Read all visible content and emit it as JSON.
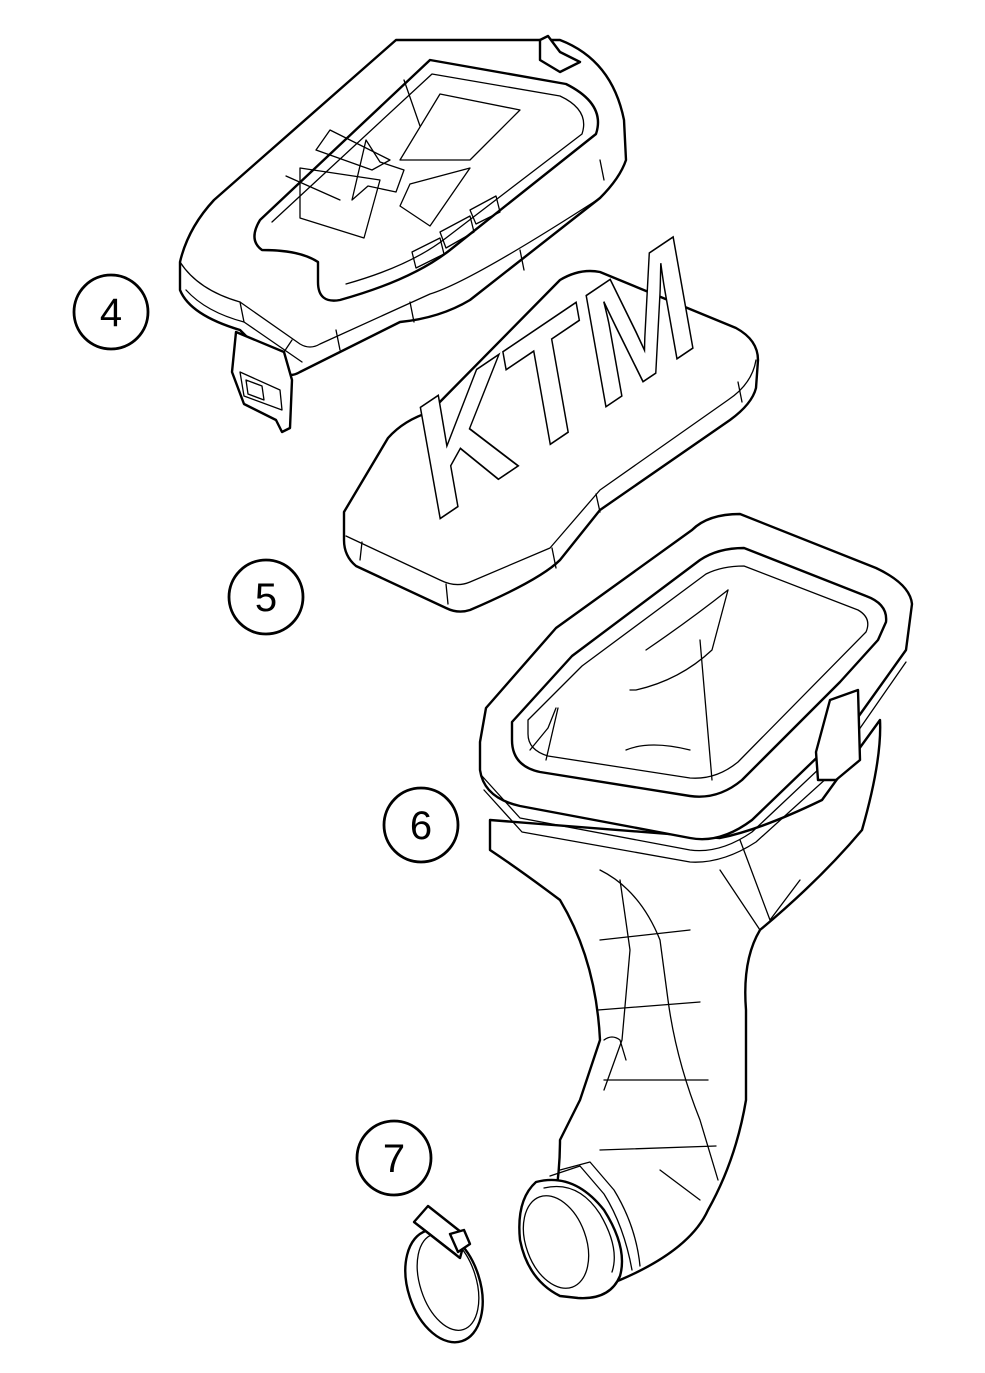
{
  "callouts": [
    {
      "id": "airbox-cover",
      "label": "4"
    },
    {
      "id": "air-filter",
      "label": "5"
    },
    {
      "id": "intake-boot",
      "label": "6"
    },
    {
      "id": "hose-clamp",
      "label": "7"
    }
  ],
  "filter_logo": "KTM",
  "colors": {
    "line": "#000000",
    "background": "#ffffff"
  }
}
